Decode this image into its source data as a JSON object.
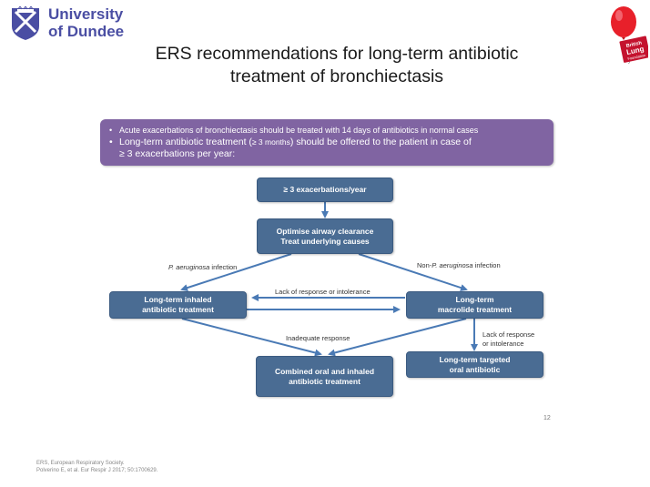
{
  "logo": {
    "line1": "University",
    "line2": "of Dundee"
  },
  "blf_logo": {
    "line1": "British",
    "line2": "Lung",
    "line3": "Foundation"
  },
  "title": {
    "line1": "ERS recommendations for long-term antibiotic",
    "line2": "treatment of bronchiectasis"
  },
  "info": {
    "bullet1": "Acute exacerbations of bronchiectasis should be treated with 14 days of antibiotics in normal cases",
    "bullet2_a": "Long-term antibiotic treatment (",
    "bullet2_b": "≥ 3 months",
    "bullet2_c": ") should be offered to the patient in case of",
    "bullet2_line2": "≥ 3 exacerbations per year:"
  },
  "nodes": {
    "exacerbations": "≥ 3 exacerbations/year",
    "optimise_l1": "Optimise airway clearance",
    "optimise_l2": "Treat underlying causes",
    "inhaled_l1": "Long-term inhaled",
    "inhaled_l2": "antibiotic treatment",
    "macrolide_l1": "Long-term",
    "macrolide_l2": "macrolide treatment",
    "combined_l1": "Combined oral and inhaled",
    "combined_l2": "antibiotic treatment",
    "targeted_l1": "Long-term targeted",
    "targeted_l2": "oral antibiotic"
  },
  "labels": {
    "pa_italic": "P. aeruginosa",
    "pa_rest": " infection",
    "nonpa_prefix": "Non-",
    "nonpa_italic": "P. aeruginosa",
    "nonpa_rest": " infection",
    "lack_response": "Lack of response or intolerance",
    "inadequate": "Inadequate response",
    "lack_l1": "Lack of response",
    "lack_l2": "or intolerance"
  },
  "colors": {
    "node": "#4a6c93",
    "arrow": "#4a7ab5",
    "infobox": "#8064a2",
    "logo_text": "#4a4ea3",
    "balloon": "#e8202a"
  },
  "page_number": "12",
  "footer": {
    "line1": "ERS, European Respiratory Society.",
    "line2": "Polverino E, et al. Eur Respir J 2017; 50:1700629."
  }
}
